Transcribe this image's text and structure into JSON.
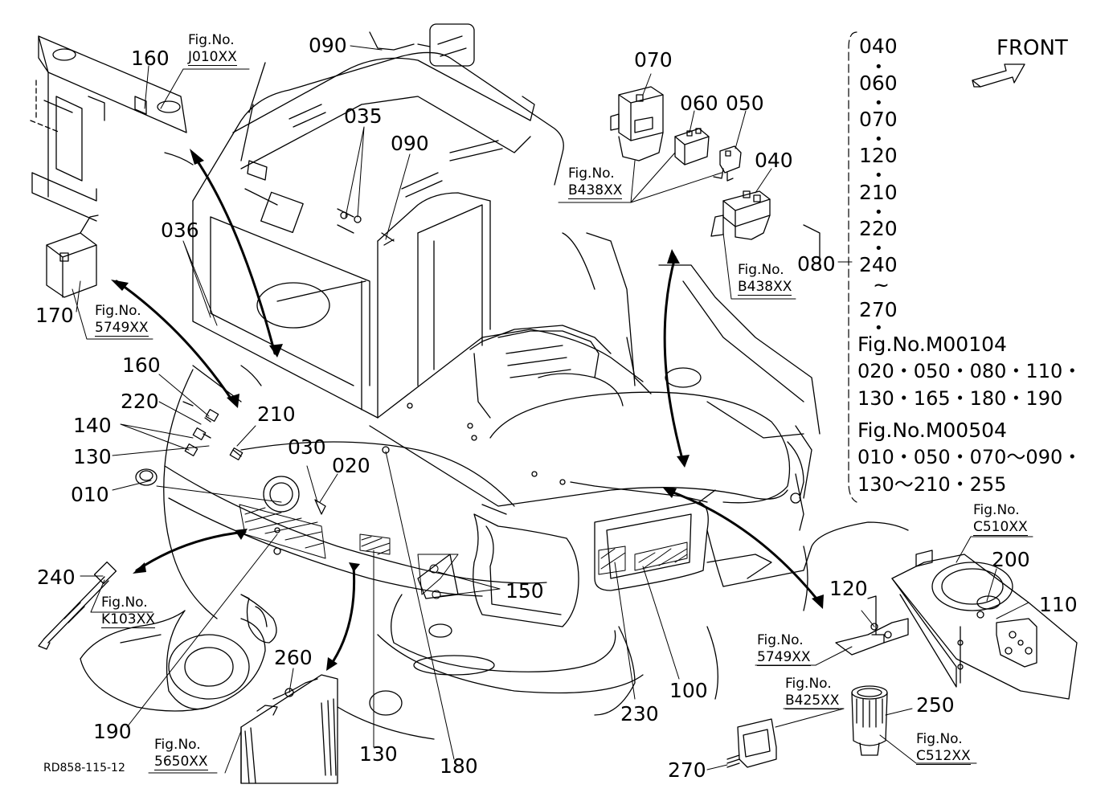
{
  "drawing_code": "RD858-115-12",
  "front_label": "FRONT",
  "callouts": [
    "160",
    "090",
    "035",
    "090",
    "036",
    "170",
    "160",
    "220",
    "140",
    "130",
    "210",
    "030",
    "020",
    "010",
    "240",
    "260",
    "190",
    "130",
    "180",
    "150",
    "230",
    "100",
    "070",
    "060",
    "050",
    "040",
    "080",
    "120",
    "200",
    "110",
    "250",
    "270"
  ],
  "fig_refs": [
    {
      "line1": "Fig.No.",
      "line2": "J010XX"
    },
    {
      "line1": "Fig.No.",
      "line2": "5749XX"
    },
    {
      "line1": "Fig.No.",
      "line2": "K103XX"
    },
    {
      "line1": "Fig.No.",
      "line2": "5650XX"
    },
    {
      "line1": "Fig.No.",
      "line2": "B438XX"
    },
    {
      "line1": "Fig.No.",
      "line2": "B438XX"
    },
    {
      "line1": "Fig.No.",
      "line2": "C510XX"
    },
    {
      "line1": "Fig.No.",
      "line2": "5749XX"
    },
    {
      "line1": "Fig.No.",
      "line2": "B425XX"
    },
    {
      "line1": "Fig.No.",
      "line2": "C512XX"
    }
  ],
  "part_list": {
    "items": [
      "040",
      "060",
      "070",
      "120",
      "210",
      "220",
      "240",
      "~",
      "270"
    ],
    "sep": "•",
    "fig1": "Fig.No.M00104",
    "fig1_parts_a": "020・050・080・110・",
    "fig1_parts_b": "130・165・180・190",
    "fig2": "Fig.No.M00504",
    "fig2_parts_a": "010・050・070～090・",
    "fig2_parts_b": "130～210・255"
  }
}
